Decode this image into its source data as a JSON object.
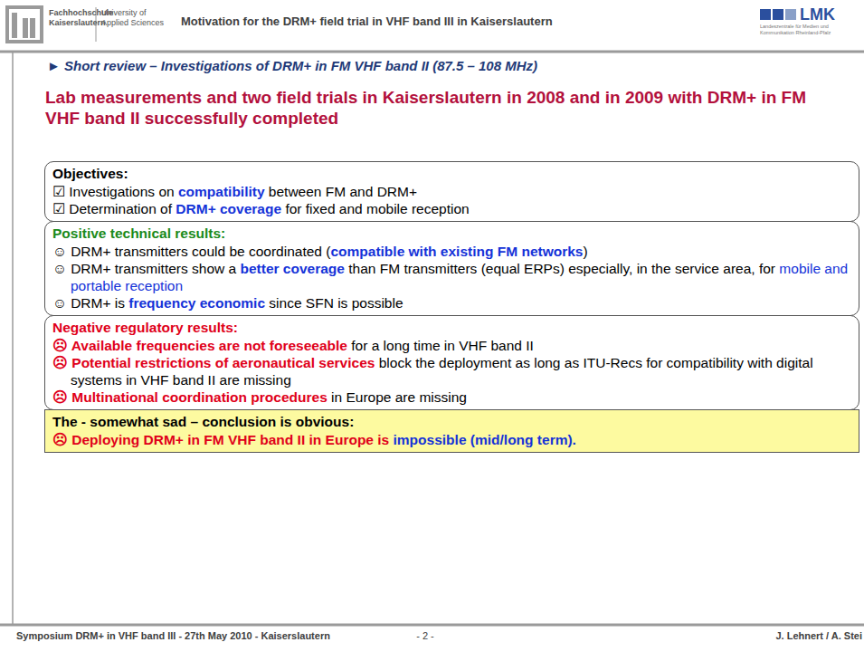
{
  "diagram": {
    "title": "Motivation for the DRM+ field trial in VHF band III in Kaiserslautern",
    "nodes": [
      {
        "text": [
          "Objectives:",
          "☑ Investigations on ",
          "compatibility",
          " between FM and DRM+",
          "☑ Determination of ",
          "DRM+ coverage",
          " for fixed and mobile reception"
        ]
      },
      {
        "text": [
          "Positive technical results:",
          "☺ DRM+ transmitters could be coordinated (",
          "compatible with existing FM networks",
          ")",
          "☺ DRM+ transmitters show a ",
          "better coverage",
          " than FM transmitters (equal ERPs) especially, in the service area, for ",
          "mobile and portable reception",
          "☺ DRM+ is ",
          "frequency economic",
          " since SFN is possible"
        ]
      },
      {
        "text": [
          "Negative regulatory results:",
          "☹ ",
          "Available frequencies are not foreseeable",
          " for a long time in VHF band II",
          "☹ ",
          "Potential restrictions of aeronautical services",
          " block the deployment as long as ITU-Recs for compatibility with digital systems in VHF band II are missing",
          "☹ ",
          "Multinational coordination procedures",
          " in Europe are missing"
        ]
      },
      {
        "text": [
          "The - somewhat sad – conclusion is obvious:",
          "☹ Deploying DRM+ in FM VHF band II in Europe is ",
          "impossible (mid/long term)."
        ]
      }
    ],
    "labels": [
      "Fachhochschule Kaiserslautern",
      "University of Applied Sciences",
      "LMK",
      "Landeszentrale für Medien und Kommunikation Rheinland-Pfalz",
      "► Short review – Investigations of DRM+ in FM VHF band II (87.5 – 108 MHz)",
      "Lab measurements and two field trials in Kaiserslautern in 2008 and in 2009 with DRM+ in FM VHF band II successfully completed",
      "Symposium DRM+ in VHF band III - 27th May 2010 - Kaiserslautern",
      "- 2 -",
      "J. Lehnert / A. Stei"
    ]
  }
}
